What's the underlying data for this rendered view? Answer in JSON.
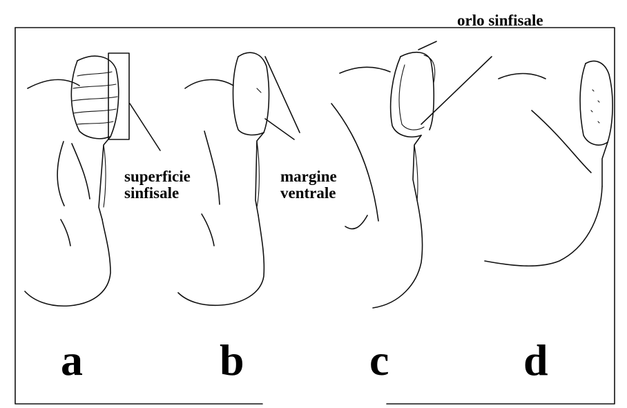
{
  "annotations": {
    "superficie": [
      "superficie",
      "sinfisale"
    ],
    "margine": [
      "margine",
      "ventrale"
    ],
    "orlo": "orlo sinfisale"
  },
  "panels": [
    {
      "letter": "a"
    },
    {
      "letter": "b"
    },
    {
      "letter": "c"
    },
    {
      "letter": "d"
    }
  ],
  "colors": {
    "ink": "#111111",
    "background": "#ffffff"
  }
}
